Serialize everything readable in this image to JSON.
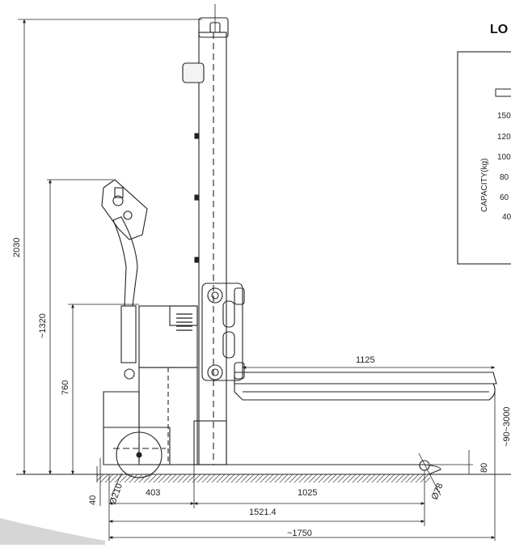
{
  "load_chart": {
    "title": "LO",
    "axis_label": "CAPACITY(kg)",
    "ticks": [
      "150",
      "120",
      "100",
      "80",
      "60",
      "40"
    ]
  },
  "dimensions": {
    "overall_height": "2030",
    "handle_height": "~1320",
    "body_height": "760",
    "ground_clearance": "40",
    "wheel_diameter": "Ø210",
    "rear_length": "403",
    "chassis_length": "1025",
    "wheelbase": "1521.4",
    "overall_length": "~1750",
    "fork_length": "1125",
    "fork_lift_height": "80",
    "fork_height_range": "~90~3000",
    "load_wheel_diameter": "Ø78"
  }
}
